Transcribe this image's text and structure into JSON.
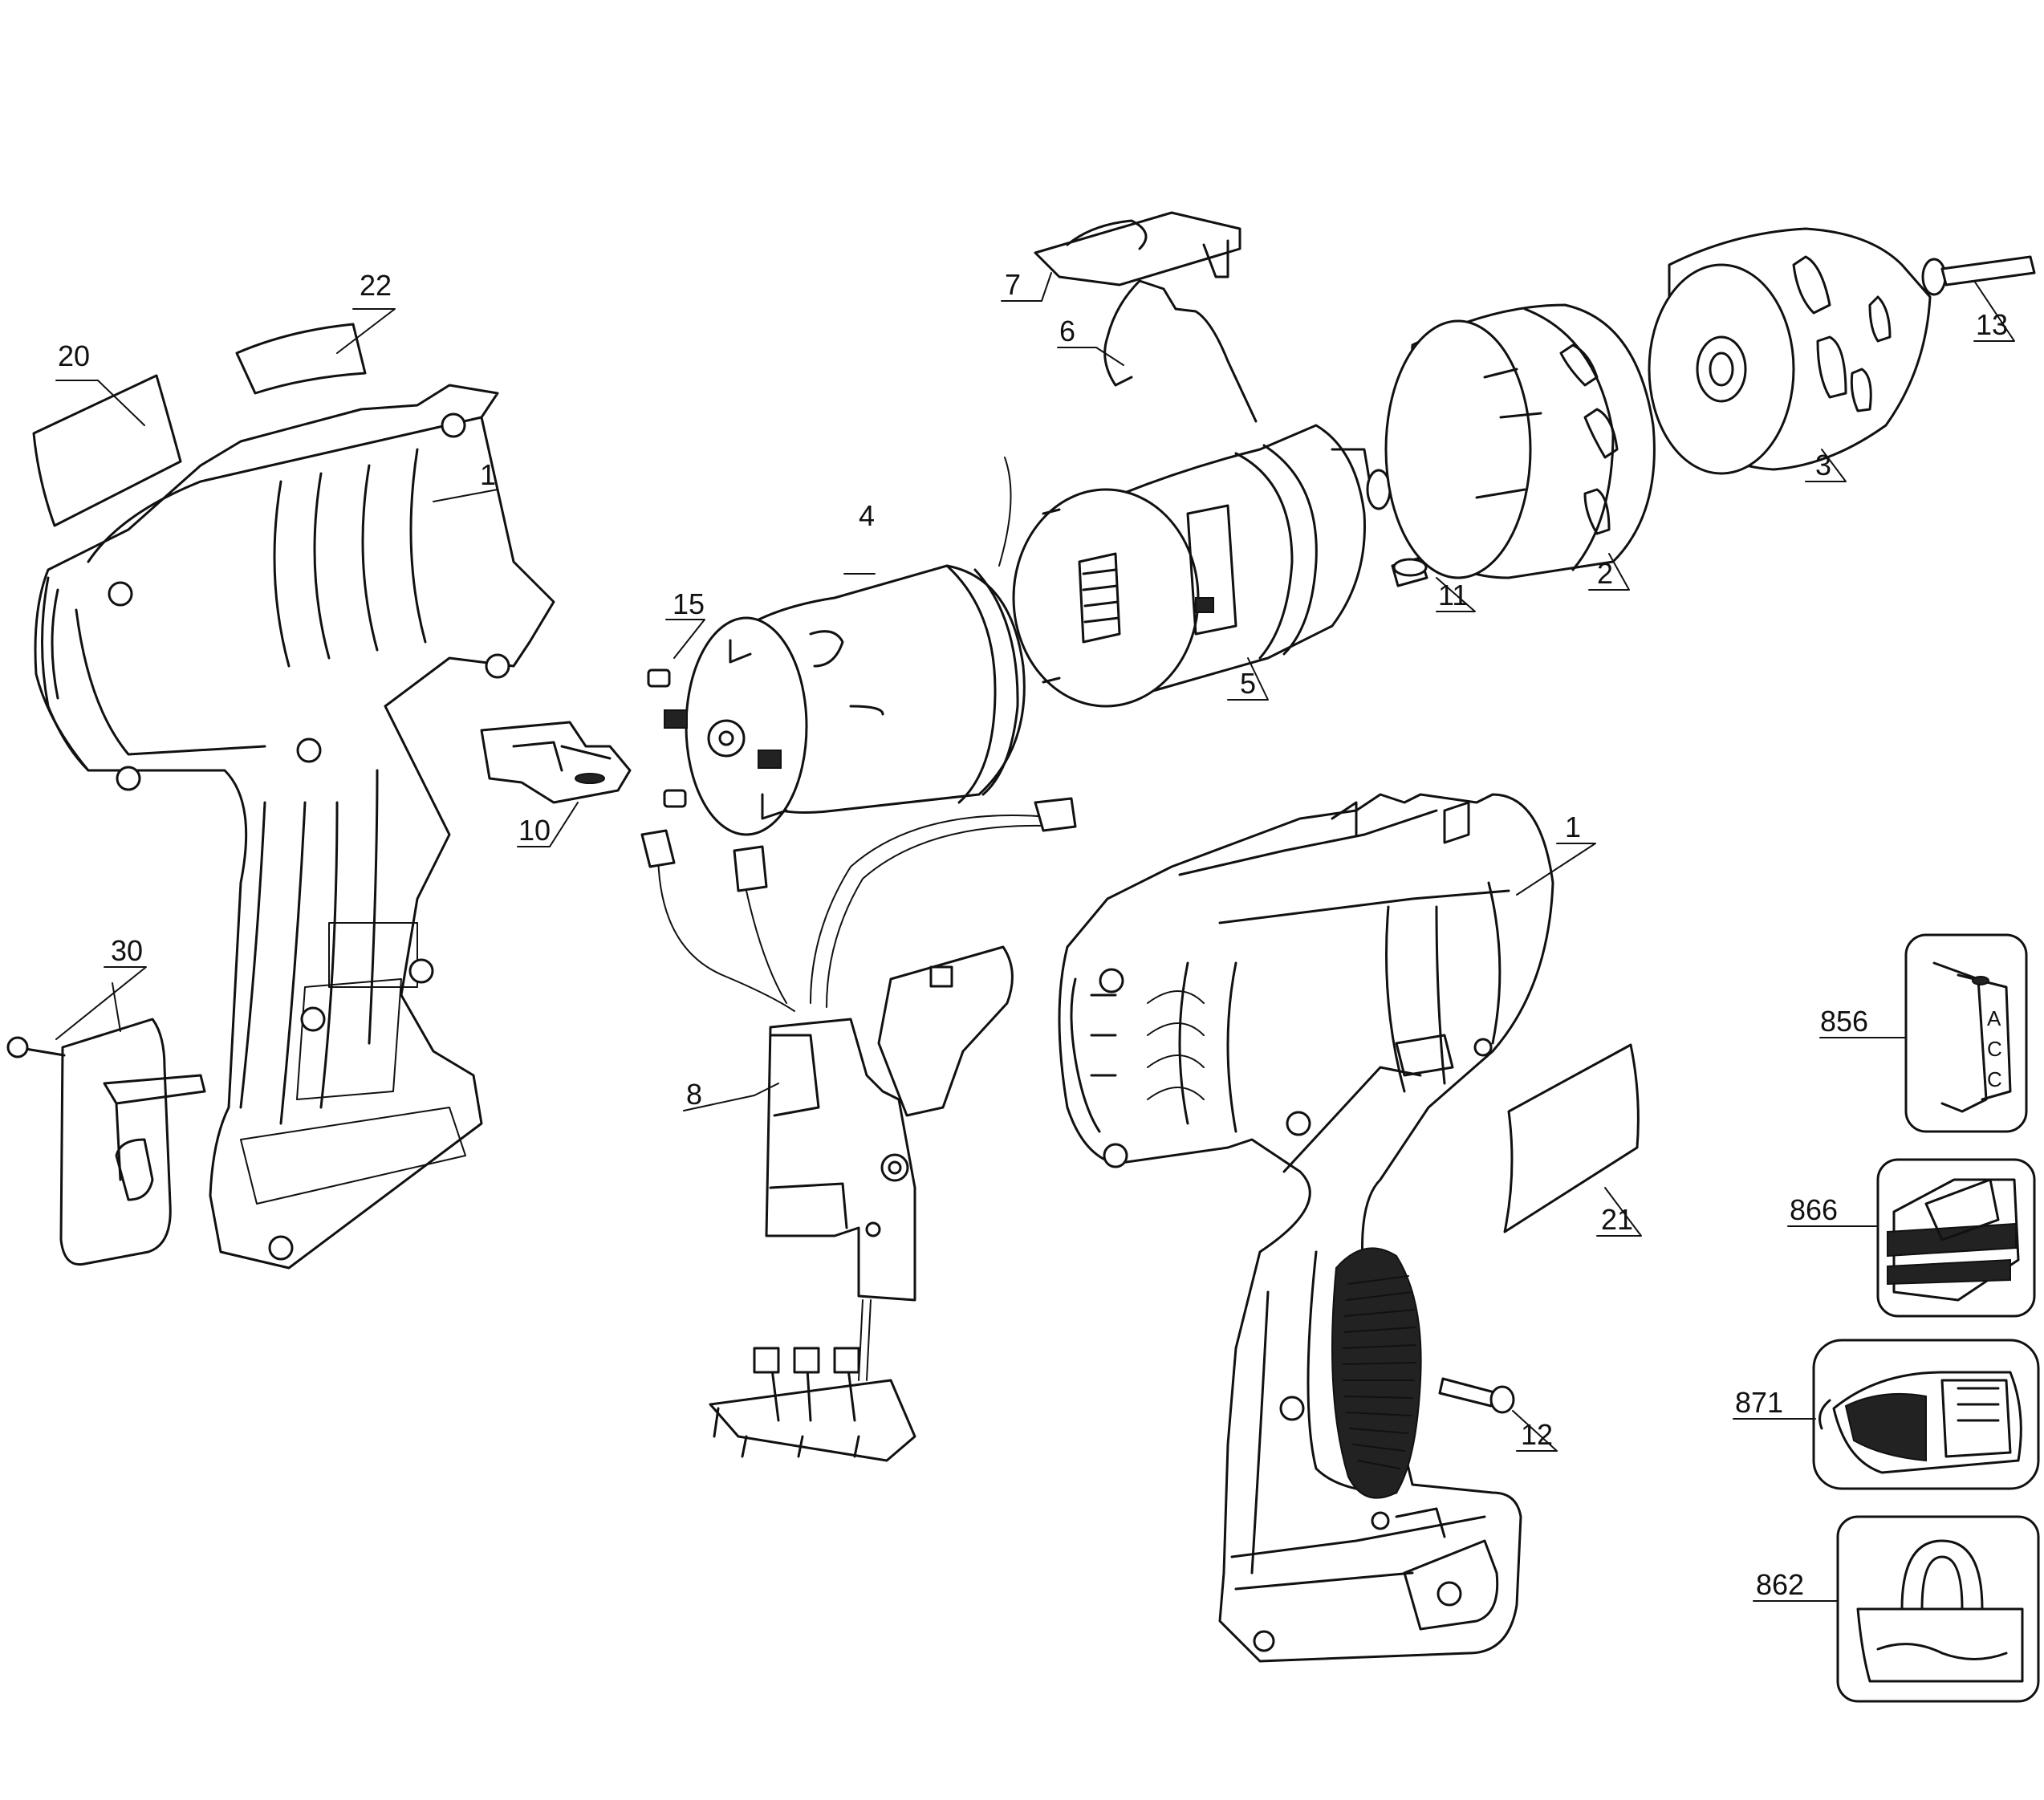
{
  "callouts": [
    {
      "id": "1a",
      "label": "1"
    },
    {
      "id": "1b",
      "label": "1"
    },
    {
      "id": "2",
      "label": "2"
    },
    {
      "id": "3",
      "label": "3"
    },
    {
      "id": "4",
      "label": "4"
    },
    {
      "id": "5",
      "label": "5"
    },
    {
      "id": "6",
      "label": "6"
    },
    {
      "id": "7",
      "label": "7"
    },
    {
      "id": "8",
      "label": "8"
    },
    {
      "id": "10",
      "label": "10"
    },
    {
      "id": "11",
      "label": "11"
    },
    {
      "id": "12",
      "label": "12"
    },
    {
      "id": "13",
      "label": "13"
    },
    {
      "id": "15",
      "label": "15"
    },
    {
      "id": "20",
      "label": "20"
    },
    {
      "id": "21",
      "label": "21"
    },
    {
      "id": "22",
      "label": "22"
    },
    {
      "id": "30",
      "label": "30"
    },
    {
      "id": "856",
      "label": "856"
    },
    {
      "id": "862",
      "label": "862"
    },
    {
      "id": "866",
      "label": "866"
    },
    {
      "id": "871",
      "label": "871"
    }
  ],
  "accessory_856_letters": [
    "A",
    "C",
    "C"
  ]
}
